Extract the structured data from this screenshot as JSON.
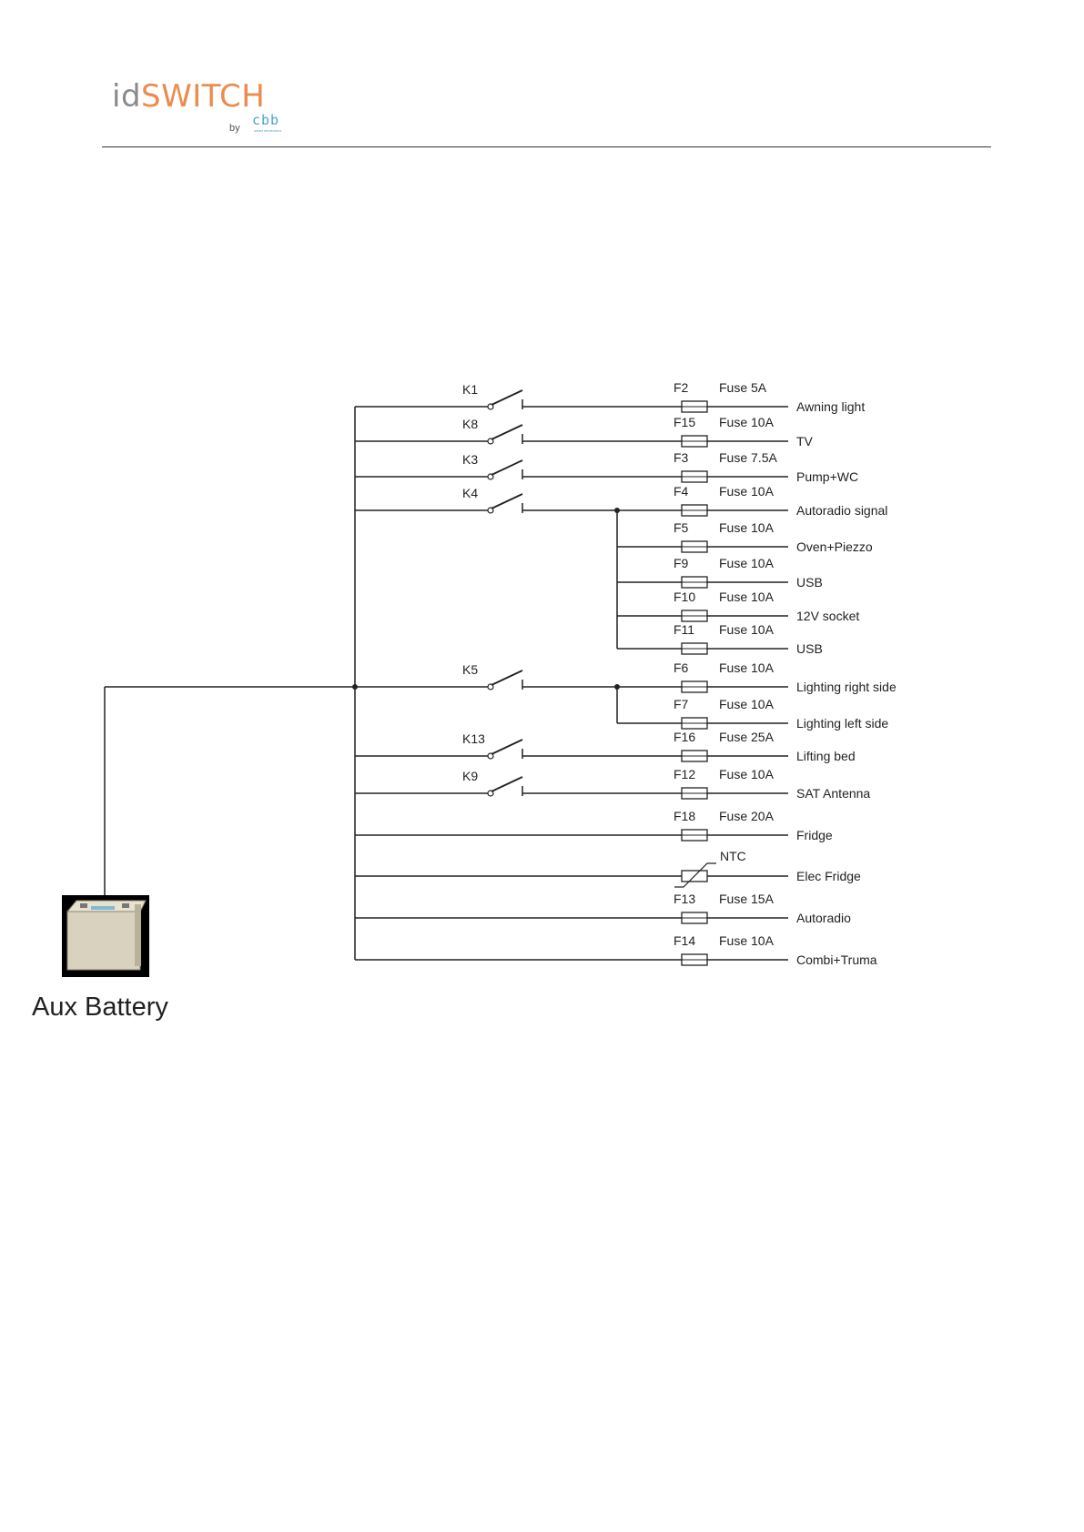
{
  "logo": {
    "id_text": "id",
    "switch_text": "SWITCH",
    "by_text": "by",
    "brand_text": "cbb",
    "tagline": "smart electronics"
  },
  "battery": {
    "label": "Aux Battery"
  },
  "colors": {
    "line": "#222222",
    "switch_orange": "#ec8b4f",
    "brand_blue": "#4fa3c9"
  },
  "circuits": [
    {
      "relay": "K1",
      "fuse": "F2",
      "rating": "Fuse 5A",
      "load": "Awning light"
    },
    {
      "relay": "K8",
      "fuse": "F15",
      "rating": "Fuse 10A",
      "load": "TV"
    },
    {
      "relay": "K3",
      "fuse": "F3",
      "rating": "Fuse 7.5A",
      "load": "Pump+WC"
    },
    {
      "relay": "K4",
      "fuse": "F4",
      "rating": "Fuse 10A",
      "load": "Autoradio signal"
    },
    {
      "relay": "",
      "fuse": "F5",
      "rating": "Fuse 10A",
      "load": "Oven+Piezzo"
    },
    {
      "relay": "",
      "fuse": "F9",
      "rating": "Fuse 10A",
      "load": "USB"
    },
    {
      "relay": "",
      "fuse": "F10",
      "rating": "Fuse 10A",
      "load": "12V socket"
    },
    {
      "relay": "",
      "fuse": "F11",
      "rating": "Fuse 10A",
      "load": "USB"
    },
    {
      "relay": "K5",
      "fuse": "F6",
      "rating": "Fuse 10A",
      "load": "Lighting right side"
    },
    {
      "relay": "",
      "fuse": "F7",
      "rating": "Fuse 10A",
      "load": "Lighting left side"
    },
    {
      "relay": "K13",
      "fuse": "F16",
      "rating": "Fuse 25A",
      "load": "Lifting bed"
    },
    {
      "relay": "K9",
      "fuse": "F12",
      "rating": "Fuse 10A",
      "load": "SAT Antenna"
    },
    {
      "relay": "",
      "fuse": "F18",
      "rating": "Fuse 20A",
      "load": "Fridge"
    },
    {
      "relay": "",
      "fuse": "NTC",
      "rating": "",
      "load": "Elec Fridge"
    },
    {
      "relay": "",
      "fuse": "F13",
      "rating": "Fuse 15A",
      "load": "Autoradio"
    },
    {
      "relay": "",
      "fuse": "F14",
      "rating": "Fuse 10A",
      "load": "Combi+Truma"
    }
  ]
}
